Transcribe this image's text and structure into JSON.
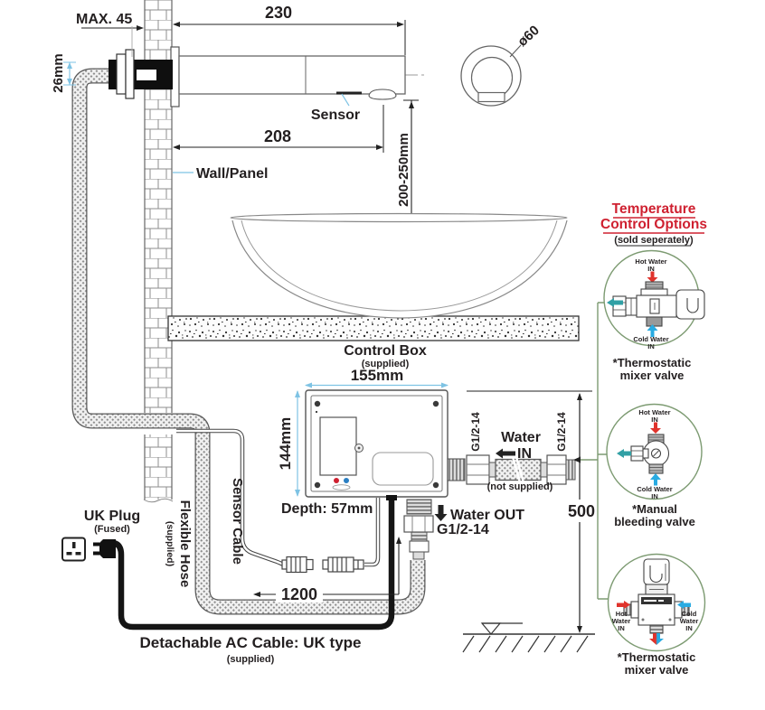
{
  "colors": {
    "accent_red": "#cf2030",
    "hot_arrow_red": "#e0332c",
    "cold_arrow_blue": "#29abe2",
    "mixed_arrow_teal": "#31a0a5",
    "dimension_light_blue": "#7ec3e4",
    "bracket_green": "#7d9b72",
    "ink": "#231f20"
  },
  "dimensions": {
    "max_wall": "MAX. 45",
    "spout_total": "230",
    "inlet_height": "26mm",
    "escutcheon_dia": "ø60",
    "spout_to_outlet": "208",
    "outlet_to_basin": "200-250mm",
    "box_width": "155mm",
    "box_height": "144mm",
    "box_depth": "Depth: 57mm",
    "inlet_above_floor": "500",
    "hose_length": "1200"
  },
  "labels": {
    "sensor": "Sensor",
    "wall_panel": "Wall/Panel",
    "control_box": "Control Box",
    "control_box_supplied": "(supplied)",
    "water": "Water",
    "water_in": "IN",
    "water_in_not_supplied": "(not supplied)",
    "g12_left": "G1/2-14",
    "g12_right": "G1/2-14",
    "water_out": "Water OUT",
    "water_out_thread": "G1/2-14",
    "uk_plug": "UK Plug",
    "uk_plug_fused": "(Fused)",
    "flexible_hose": "Flexible Hose",
    "flexible_hose_supplied": "(supplied)",
    "sensor_cable": "Sensor Cable",
    "ac_cable": "Detachable AC Cable: UK type",
    "ac_cable_supplied": "(supplied)"
  },
  "temperature_options": {
    "title_line1": "Temperature",
    "title_line2": "Control Options",
    "subtitle": "(sold seperately)",
    "options": [
      {
        "hot_line1": "Hot Water",
        "hot_line2": "IN",
        "cold_line1": "Cold Water",
        "cold_line2": "IN",
        "caption_line1": "*Thermostatic",
        "caption_line2": "mixer valve"
      },
      {
        "hot_line1": "Hot Water",
        "hot_line2": "IN",
        "cold_line1": "Cold Water",
        "cold_line2": "IN",
        "caption_line1": "*Manual",
        "caption_line2": "bleeding valve"
      },
      {
        "hot_line1": "Hot",
        "hot_line2": "Water",
        "hot_line3": "IN",
        "cold_line1": "Cold",
        "cold_line2": "Water",
        "cold_line3": "IN",
        "caption_line1": "*Thermostatic",
        "caption_line2": "mixer valve"
      }
    ]
  }
}
